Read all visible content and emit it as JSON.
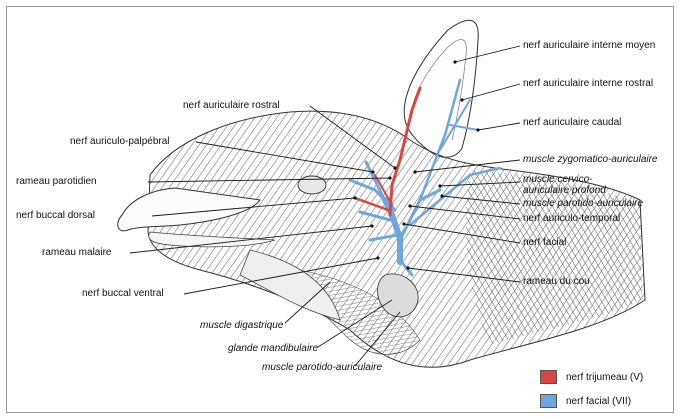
{
  "labels": {
    "aur_int_moyen": "nerf auriculaire interne moyen",
    "aur_int_rostral": "nerf auriculaire interne rostral",
    "aur_caudal": "nerf auriculaire caudal",
    "zygomatico": "muscle zygomatico-auriculaire",
    "cervico": "muscle cervico-\nauriculaire profond",
    "parotido_right": "muscle parotido-auriculaire",
    "auriculo_temporal": "nerf auriculo-temporal",
    "facial": "nerf facial",
    "rameau_cou": "rameau du cou",
    "aur_rostral": "nerf auriculaire rostral",
    "auriculo_palpebral": "nerf auriculo-palpébral",
    "rameau_parotidien": "rameau parotidien",
    "buccal_dorsal": "nerf buccal dorsal",
    "rameau_malaire": "rameau malaire",
    "buccal_ventral": "nerf buccal ventral",
    "digastrique": "muscle digastrique",
    "glande": "glande mandibulaire",
    "parotido_bottom": "muscle parotido-auriculaire"
  },
  "legend": [
    {
      "label": "nerf trijumeau (V)",
      "color": "#d9453f"
    },
    {
      "label": "nerf facial (VII)",
      "color": "#6fa6de"
    }
  ],
  "colors": {
    "trigeminal": "#d9453f",
    "facial": "#6fa6de",
    "line": "#222222",
    "hatch": "#555555"
  }
}
